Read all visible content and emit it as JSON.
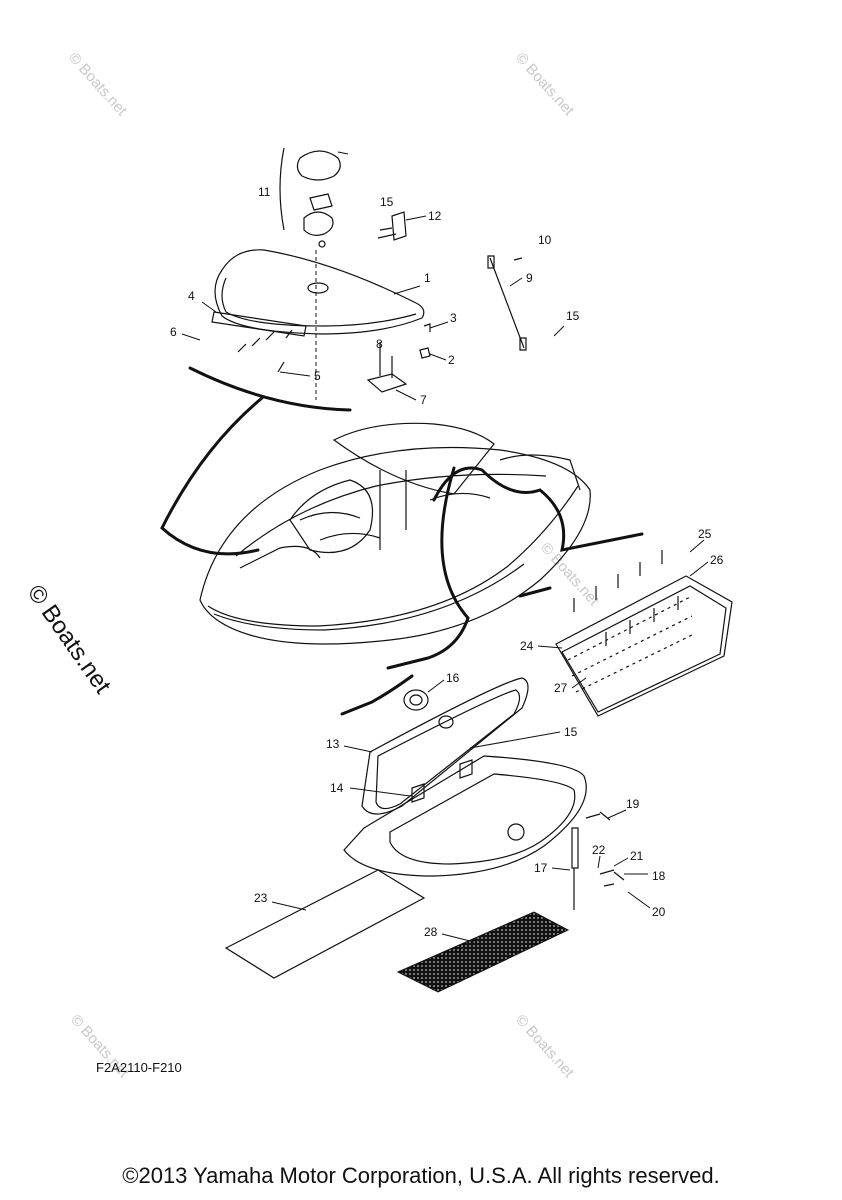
{
  "diagram": {
    "code": "F2A2110-F210",
    "copyright": "©2013 Yamaha Motor Corporation, U.S.A. All rights reserved.",
    "side_watermark": "© Boats.net",
    "watermark": "© Boats.net",
    "callouts": [
      "1",
      "2",
      "3",
      "4",
      "5",
      "6",
      "7",
      "8",
      "9",
      "10",
      "11",
      "12",
      "13",
      "14",
      "15",
      "15",
      "15",
      "15",
      "16",
      "17",
      "18",
      "19",
      "20",
      "21",
      "22",
      "23",
      "24",
      "25",
      "26",
      "27",
      "28"
    ]
  }
}
